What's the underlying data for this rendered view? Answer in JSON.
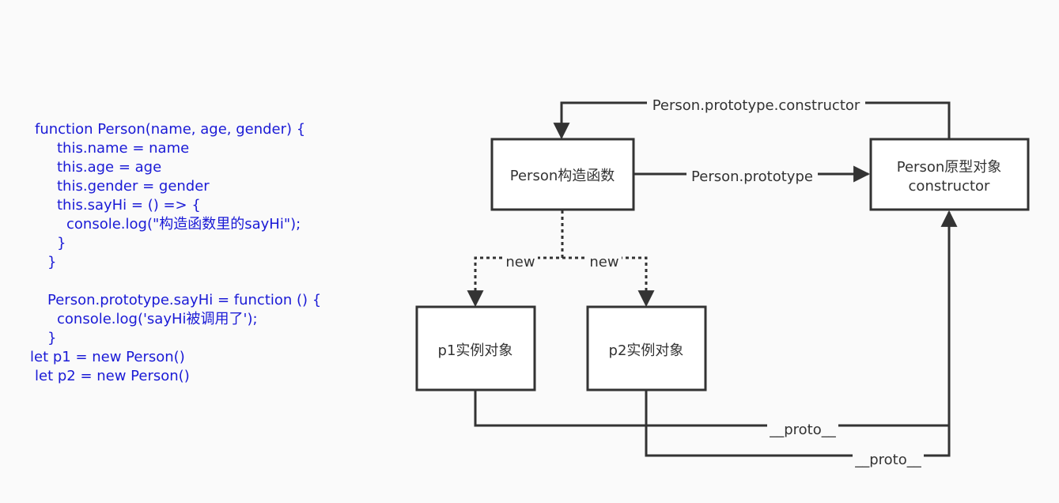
{
  "code": {
    "lines": [
      "function Person(name, age, gender) {",
      "this.name = name",
      "this.age = age",
      "this.gender = gender",
      "this.sayHi = () => {",
      "console.log(\"构造函数里的sayHi\");",
      "}",
      "}",
      "Person.prototype.sayHi = function () {",
      "console.log('sayHi被调用了');",
      "}",
      "let p1 = new Person()",
      "let p2 = new Person()"
    ]
  },
  "diagram": {
    "nodes": {
      "constructor_fn": {
        "label": "Person构造函数"
      },
      "prototype_obj": {
        "label_line1": "Person原型对象",
        "label_line2": "constructor"
      },
      "p1": {
        "label": "p1实例对象"
      },
      "p2": {
        "label": "p2实例对象"
      }
    },
    "edges": {
      "prototype_constructor": "Person.prototype.constructor",
      "prototype": "Person.prototype",
      "new_p1": "new",
      "new_p2": "new",
      "proto_p1": "__proto__",
      "proto_p2": "__proto__"
    },
    "colors": {
      "line": "#333333",
      "code_text": "#1a1ad6",
      "background": "#fafafa"
    }
  }
}
